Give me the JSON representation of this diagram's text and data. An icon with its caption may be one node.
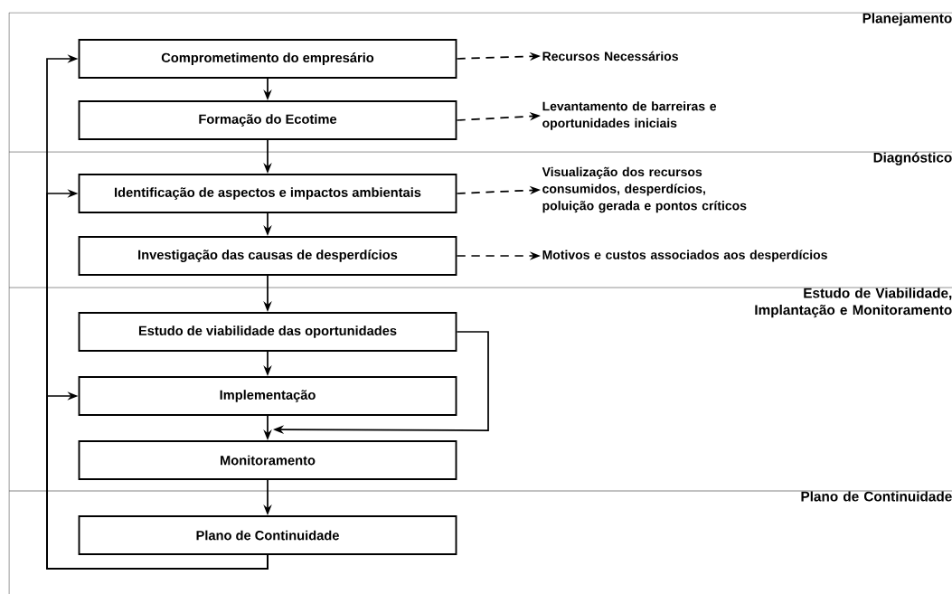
{
  "diagram": {
    "nodes": [
      {
        "text": [
          "Planejamento"
        ]
      },
      {
        "text": [
          "Comprometimento do empresário"
        ],
        "in": 0
      },
      {
        "text": [
          "Formação do Ecotime"
        ],
        "in": 0
      },
      {
        "text": [
          "Recursos Necessários"
        ],
        "in": 0
      },
      {
        "text": [
          "Levantamento de barreiras e oportunidades iniciais"
        ],
        "in": 0
      },
      {
        "text": [
          "Diagnóstico"
        ]
      },
      {
        "text": [
          "Identificação de aspectos e impactos ambientais"
        ],
        "in": 5
      },
      {
        "text": [
          "Investigação das causas de desperdícios"
        ],
        "in": 5
      },
      {
        "text": [
          "Visualização dos recursos consumidos, desperdícios, poluição gerada e pontos críticos"
        ],
        "in": 5
      },
      {
        "text": [
          "Motivos e custos associados aos desperdícios"
        ],
        "in": 5
      },
      {
        "text": [
          "Estudo de Viabilidade, Implantação e Monitoramento"
        ]
      },
      {
        "text": [
          "Estudo de viabilidade das oportunidades"
        ],
        "in": 10
      },
      {
        "text": [
          "Implementação"
        ],
        "in": 10
      },
      {
        "text": [
          "Monitoramento"
        ],
        "in": 10
      },
      {
        "text": [
          "Plano de Continuidade"
        ]
      },
      {
        "text": [
          "Plano de Continuidade"
        ],
        "in": 14
      }
    ],
    "edges": [
      {
        "from": 1,
        "to": 2,
        "arrow": "to"
      },
      {
        "from": 2,
        "to": 6,
        "arrow": "to"
      },
      {
        "from": 6,
        "to": 7,
        "arrow": "to"
      },
      {
        "from": 7,
        "to": 11,
        "arrow": "to"
      },
      {
        "from": 11,
        "to": 12,
        "arrow": "to"
      },
      {
        "from": 12,
        "to": 13,
        "arrow": "to"
      },
      {
        "from": 13,
        "to": 15,
        "arrow": "to"
      },
      {
        "from": 1,
        "to": 3,
        "arrow": "to",
        "style": "dashed"
      },
      {
        "from": 2,
        "to": 4,
        "arrow": "to",
        "style": "dashed"
      },
      {
        "from": 6,
        "to": 8,
        "arrow": "to",
        "style": "dashed"
      },
      {
        "from": 7,
        "to": 9,
        "arrow": "to",
        "style": "dashed"
      },
      {
        "from": 11,
        "to": 13,
        "arrow": "to"
      },
      {
        "from": 15,
        "to": 1,
        "arrow": "to"
      },
      {
        "from": 15,
        "to": 6,
        "arrow": "to"
      },
      {
        "from": 15,
        "to": 12,
        "arrow": "to"
      }
    ]
  }
}
